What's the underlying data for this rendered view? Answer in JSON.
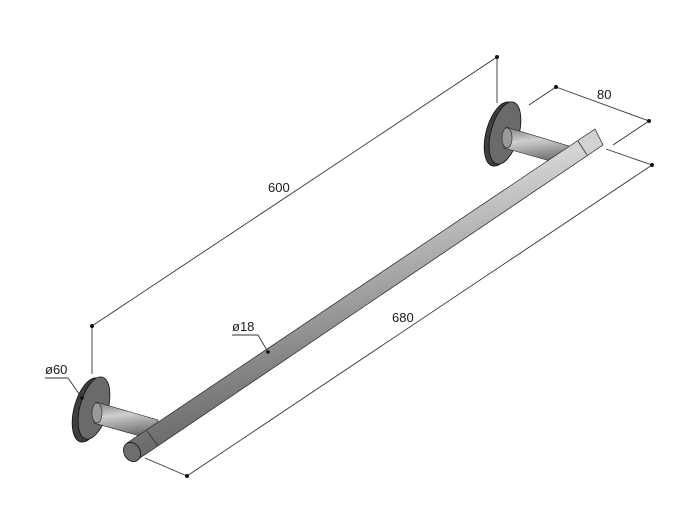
{
  "dimensions": {
    "length_mounting": "600",
    "length_total": "680",
    "projection": "80",
    "bar_diameter": "ø18",
    "plate_diameter": "ø60"
  },
  "colors": {
    "metal_dark": "#5a5a5a",
    "metal_light": "#bdbdbd",
    "line": "#333333"
  }
}
